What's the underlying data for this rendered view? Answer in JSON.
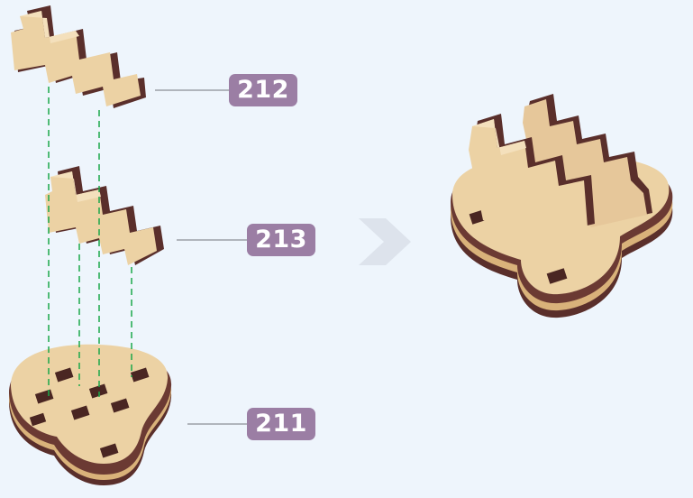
{
  "diagram": {
    "parts": [
      {
        "id": "part-212",
        "label": "212"
      },
      {
        "id": "part-213",
        "label": "213"
      },
      {
        "id": "part-211",
        "label": "211"
      }
    ],
    "arrow_icon": "chevron-right-icon",
    "colors": {
      "background": "#eef5fc",
      "wood_face": "#ecd2a4",
      "wood_edge": "#e0ba82",
      "dark_layer": "#5a2f2b",
      "label_bg": "#9b7ea4",
      "label_text": "#ffffff",
      "guide_line": "#1aa84a",
      "leader_line": "#8a8f96",
      "arrow": "#dde3ec"
    }
  }
}
